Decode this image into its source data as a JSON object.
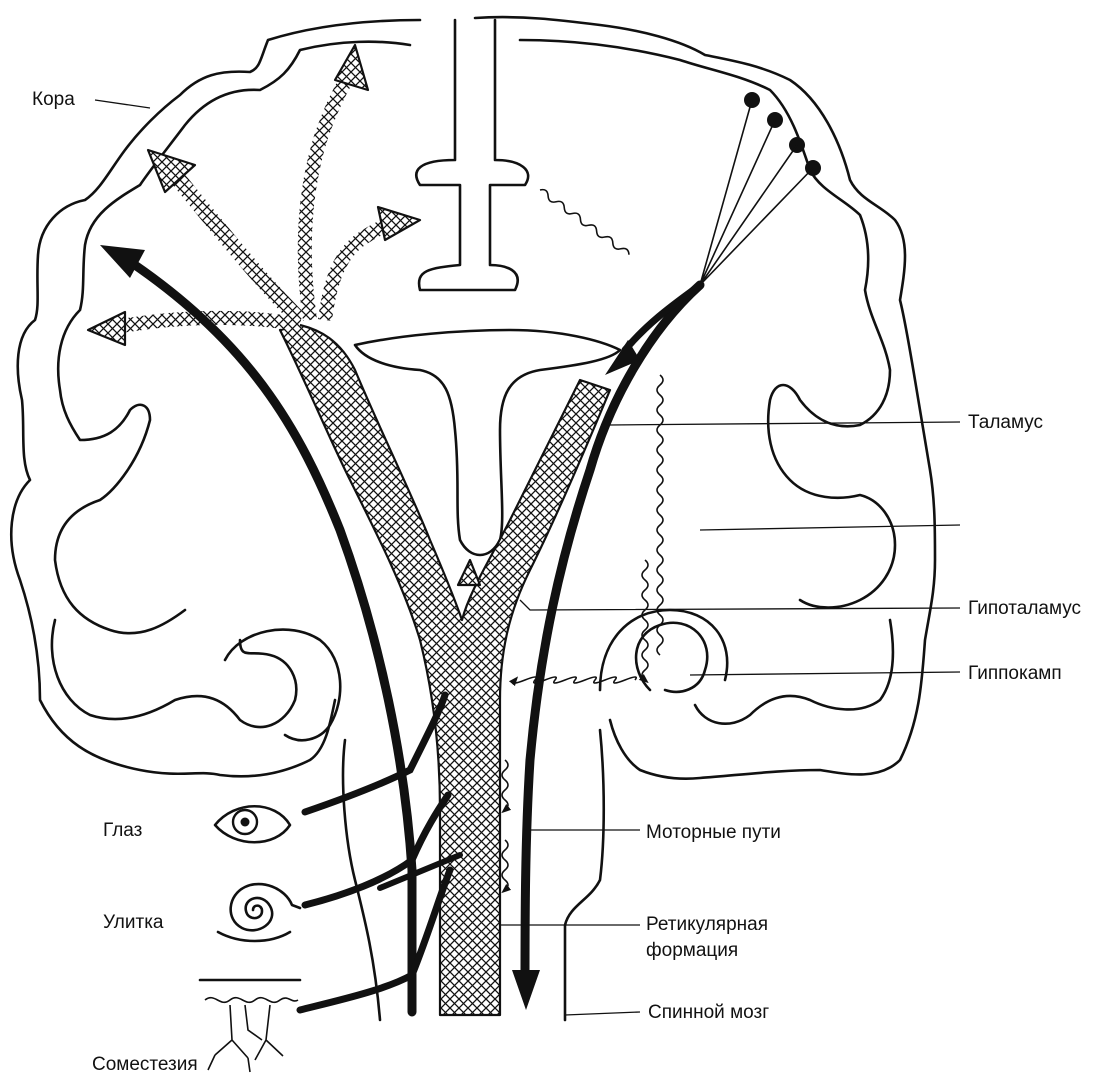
{
  "labels": {
    "cortex": "Кора",
    "thalamus": "Таламус",
    "hypothalamus": "Гипоталамус",
    "hippocampus": "Гиппокамп",
    "motor_pathways": "Моторные пути",
    "reticular_line1": "Ретикулярная",
    "reticular_line2": "формация",
    "spinal_cord": "Спинной мозг",
    "eye": "Глаз",
    "cochlea": "Улитка",
    "somesthesia": "Соместезия"
  },
  "icons": [
    "eye-icon",
    "cochlea-icon",
    "skin-receptor-icon"
  ],
  "colors": {
    "ink": "#111111",
    "background": "#ffffff"
  }
}
